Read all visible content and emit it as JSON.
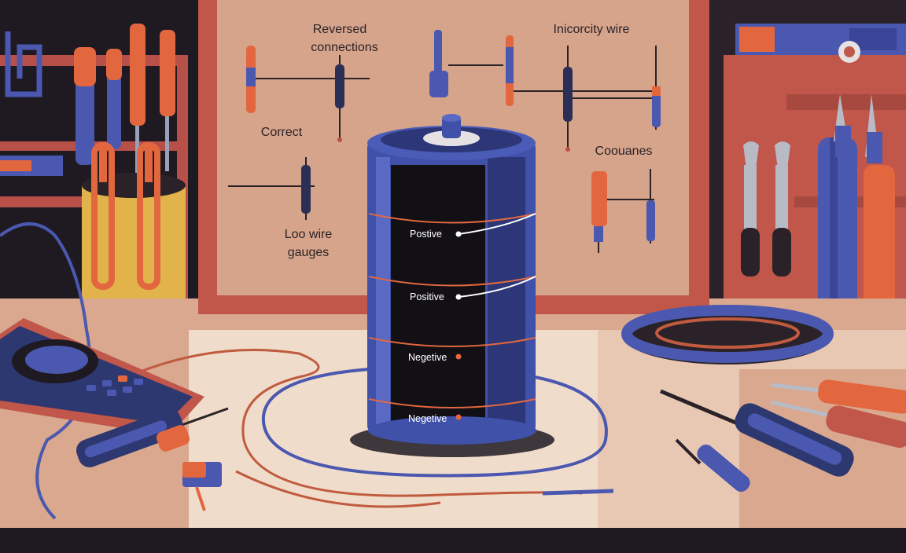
{
  "board": {
    "labels": {
      "reversed_line1": "Reversed",
      "reversed_line2": "connections",
      "incorrect_wire": "Inicorcity wire",
      "correct": "Correct",
      "coouanes": "Coouanes",
      "wire_gauges_line1": "Loo wire",
      "wire_gauges_line2": "gauges"
    }
  },
  "battery": {
    "bands": [
      "Postive",
      "Positive",
      "Negetive",
      "Negetive"
    ]
  },
  "colors": {
    "board": "#d5a48b",
    "frame": "#c0574a",
    "battery_blue": "#3f51a8",
    "wire_orange": "#c05b3f",
    "tool_orange": "#e2673f",
    "desk": "#d9a88e"
  }
}
